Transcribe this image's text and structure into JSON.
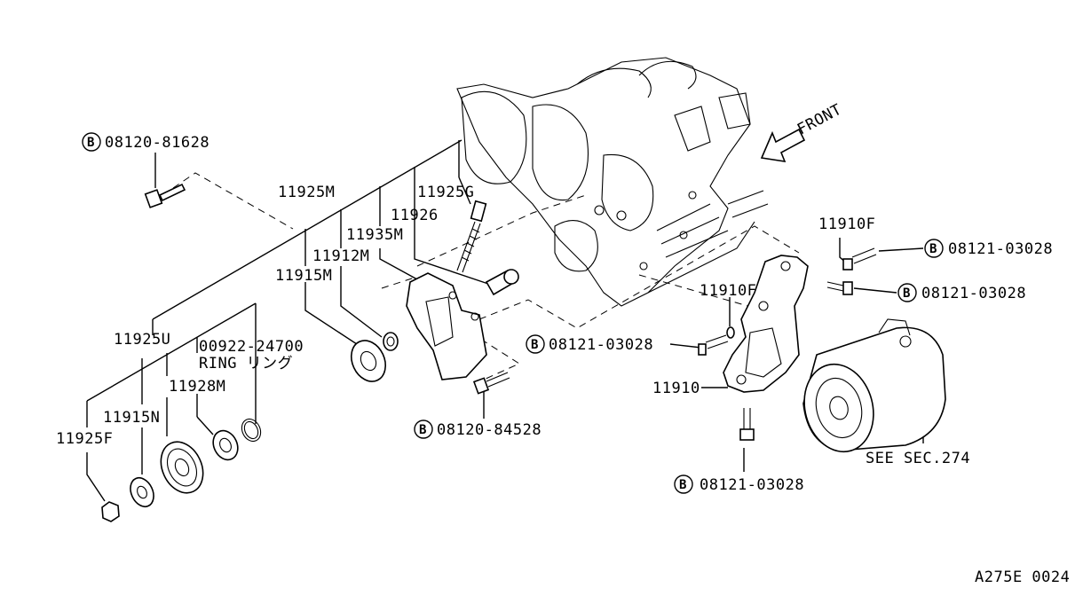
{
  "diagram": {
    "front_label": "FRONT",
    "ref_code": "A275E 0024",
    "bolt_marker": "B",
    "labels": {
      "b_08120_81628": "08120-81628",
      "p_11925M": "11925M",
      "p_11925G": "11925G",
      "p_11926": "11926",
      "p_11935M": "11935M",
      "p_11912M": "11912M",
      "p_11915M": "11915M",
      "p_11925U": "11925U",
      "p_00922_24700": "00922-24700",
      "p_ring": "RING リング",
      "p_11928M": "11928M",
      "p_11915N": "11915N",
      "p_11925F": "11925F",
      "b_08120_84528": "08120-84528",
      "b_08121_03028_mid": "08121-03028",
      "p_11910F_top": "11910F",
      "b_08121_03028_top": "08121-03028",
      "b_08121_03028_right": "08121-03028",
      "p_11910F_mid": "11910F",
      "p_11910": "11910",
      "b_08121_03028_bottom": "08121-03028",
      "see_sec": "SEE SEC.274"
    }
  }
}
